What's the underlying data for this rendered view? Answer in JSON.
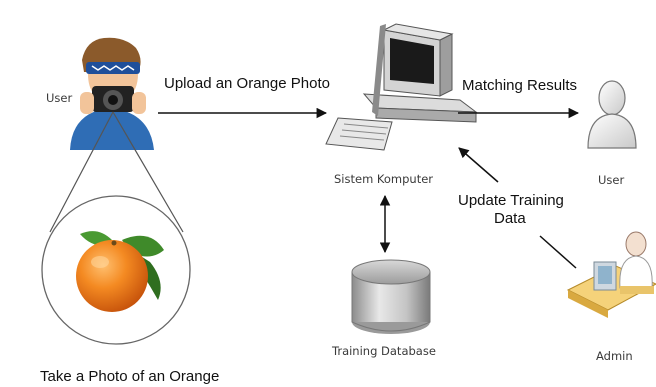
{
  "nodes": {
    "user_photographer": "User",
    "computer": "Sistem Komputer",
    "user_result": "User",
    "database": "Training Database",
    "admin": "Admin",
    "orange_caption": "Take a Photo of an Orange"
  },
  "edges": {
    "upload": "Upload an Orange Photo",
    "matching": "Matching Results",
    "update_line1": "Update Training",
    "update_line2": "Data"
  },
  "colors": {
    "arrow": "#111111",
    "orange": "#f07a1a",
    "leaf": "#3f8a2a"
  }
}
